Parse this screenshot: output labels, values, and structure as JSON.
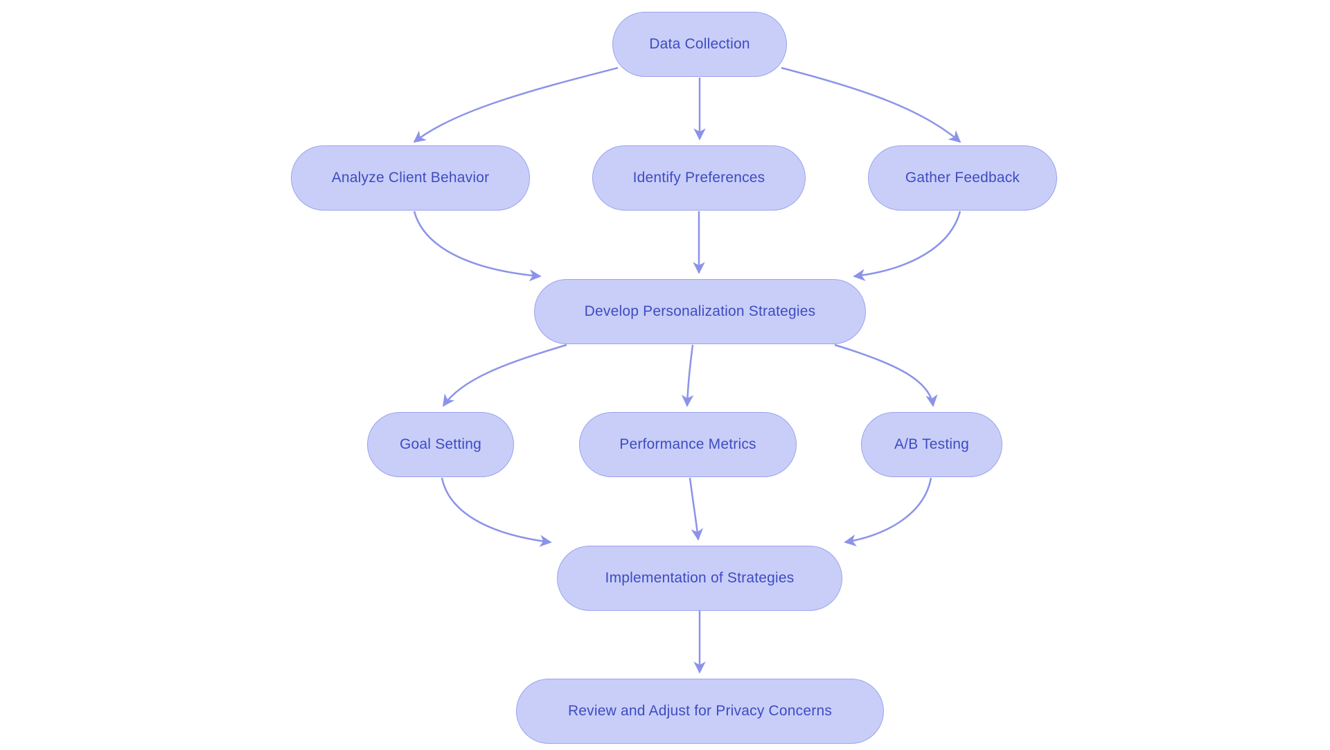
{
  "diagram": {
    "title": "Personalization strategy flowchart",
    "nodes": {
      "data_collection": {
        "label": "Data Collection"
      },
      "analyze_client_behavior": {
        "label": "Analyze Client Behavior"
      },
      "identify_preferences": {
        "label": "Identify Preferences"
      },
      "gather_feedback": {
        "label": "Gather Feedback"
      },
      "develop_personalization_strategies": {
        "label": "Develop Personalization Strategies"
      },
      "goal_setting": {
        "label": "Goal Setting"
      },
      "performance_metrics": {
        "label": "Performance Metrics"
      },
      "ab_testing": {
        "label": "A/B Testing"
      },
      "implementation_of_strategies": {
        "label": "Implementation of Strategies"
      },
      "review_and_adjust_for_privacy_concerns": {
        "label": "Review and Adjust for Privacy Concerns"
      }
    },
    "edges": [
      {
        "from": "data_collection",
        "to": "analyze_client_behavior"
      },
      {
        "from": "data_collection",
        "to": "identify_preferences"
      },
      {
        "from": "data_collection",
        "to": "gather_feedback"
      },
      {
        "from": "analyze_client_behavior",
        "to": "develop_personalization_strategies"
      },
      {
        "from": "identify_preferences",
        "to": "develop_personalization_strategies"
      },
      {
        "from": "gather_feedback",
        "to": "develop_personalization_strategies"
      },
      {
        "from": "develop_personalization_strategies",
        "to": "goal_setting"
      },
      {
        "from": "develop_personalization_strategies",
        "to": "performance_metrics"
      },
      {
        "from": "develop_personalization_strategies",
        "to": "ab_testing"
      },
      {
        "from": "goal_setting",
        "to": "implementation_of_strategies"
      },
      {
        "from": "performance_metrics",
        "to": "implementation_of_strategies"
      },
      {
        "from": "ab_testing",
        "to": "implementation_of_strategies"
      },
      {
        "from": "implementation_of_strategies",
        "to": "review_and_adjust_for_privacy_concerns"
      }
    ],
    "colors": {
      "background": "#ffffff",
      "node_fill": "#c9cef9",
      "node_border": "#9aa2ed",
      "node_text": "#3d4cc0",
      "arrow": "#8b93e8"
    }
  }
}
